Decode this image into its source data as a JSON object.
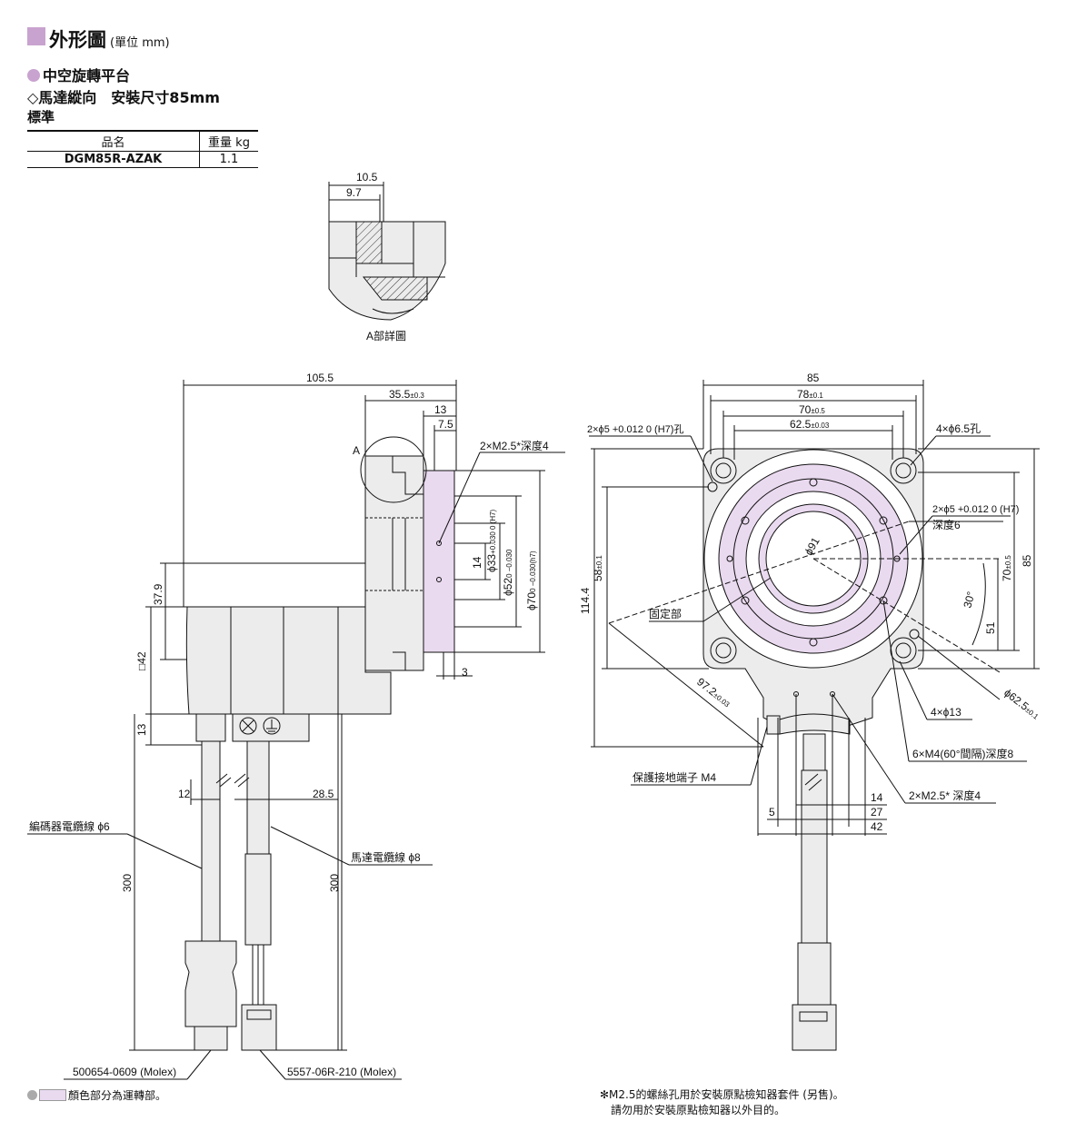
{
  "header": {
    "title": "外形圖",
    "unit": "(單位 mm)",
    "product": "中空旋轉平台",
    "variant": "◇馬達縱向　安裝尺寸85mm",
    "standard": "標準"
  },
  "spec_table": {
    "col_model": "品名",
    "col_weight": "重量 kg",
    "model": "DGM85R-AZAK",
    "weight": "1.1"
  },
  "detail": {
    "dim_105": "10.5",
    "dim_97": "9.7",
    "caption": "A部詳圖"
  },
  "side_view": {
    "d_1055": "105.5",
    "d_355": "35.5",
    "d_355_tol": "±0.3",
    "d_13a": "13",
    "d_75": "7.5",
    "d_a": "A",
    "m25_label": "2×M2.5*深度4",
    "d_14": "14",
    "d_33": "ϕ33",
    "d_33_tol": "+0.030 0 (H7)",
    "d_52": "ϕ52",
    "d_52_tol": "0 −0.030",
    "d_70": "ϕ70",
    "d_70_tol": "0 −0.030(h7)",
    "d_379": "37.9",
    "d_sq42": "□42",
    "d_3": "3",
    "d_13b": "13",
    "d_12": "12",
    "d_285": "28.5",
    "d_300a": "300",
    "d_300b": "300",
    "encoder_cable": "編碼器電纜線 ϕ6",
    "motor_cable": "馬達電纜線 ϕ8",
    "conn_a": "500654-0609 (Molex)",
    "conn_b": "5557-06R-210 (Molex)"
  },
  "front_view": {
    "d_85": "85",
    "d_78": "78",
    "d_78_tol": "±0.1",
    "d_70": "70",
    "d_70_tol": "±0.5",
    "d_625": "62.5",
    "d_625_tol": "±0.03",
    "pin_hole_a": "2×ϕ5 +0.012 0 (H7)孔",
    "hole_65": "4×ϕ6.5孔",
    "pin_hole_b": "2×ϕ5 +0.012 0 (H7)",
    "depth6": "深度6",
    "d_91": "ϕ91",
    "d_58": "58",
    "d_58_tol": "±0.1",
    "d_1144": "114.4",
    "fixed": "固定部",
    "d_30deg": "30°",
    "d_51": "51",
    "d_70r": "70",
    "d_70r_tol": "±0.5",
    "d_85r": "85",
    "d_972": "97.2",
    "d_972_tol": "±0.03",
    "d_625b": "ϕ62.5",
    "d_625b_tol": "±0.1",
    "hole_13": "4×ϕ13",
    "m4_label": "6×M4(60°間隔)深度8",
    "ground": "保護接地端子 M4",
    "m25b_label": "2×M2.5* 深度4",
    "d_14": "14",
    "d_5": "5",
    "d_27": "27",
    "d_42": "42"
  },
  "legend": "顏色部分為運轉部。",
  "footnote": {
    "line1": "✻M2.5的螺絲孔用於安裝原點檢知器套件 (另售)。",
    "line2": "請勿用於安裝原點檢知器以外目的。"
  },
  "colors": {
    "accent": "#c9a3cf",
    "rotating_part": "#eadaf0",
    "body": "#ececec"
  }
}
